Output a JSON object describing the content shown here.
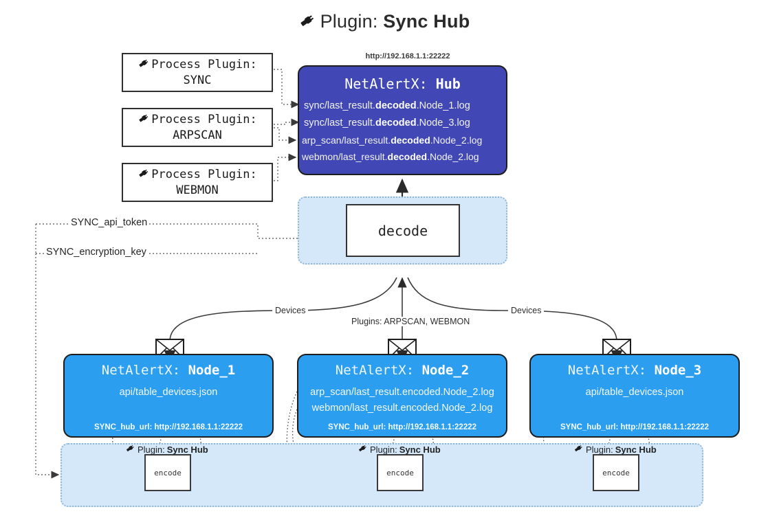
{
  "title": {
    "icon": "plug-icon",
    "prefix": "Plugin:",
    "name": "Sync Hub"
  },
  "process_plugins": [
    {
      "icon": "plug-icon",
      "line1": "Process Plugin:",
      "line2": "SYNC"
    },
    {
      "icon": "plug-icon",
      "line1": "Process Plugin:",
      "line2": "ARPSCAN"
    },
    {
      "icon": "plug-icon",
      "line1": "Process Plugin:",
      "line2": "WEBMON"
    }
  ],
  "hub": {
    "url": "http://192.168.1.1:22222",
    "title_prefix": "NetAlertX:",
    "title_name": "Hub",
    "logs": [
      {
        "pre": "sync/last_result.",
        "bold": "decoded",
        "post": ".Node_1.log"
      },
      {
        "pre": "sync/last_result.",
        "bold": "decoded",
        "post": ".Node_3.log"
      },
      {
        "pre": "arp_scan/last_result.",
        "bold": "decoded",
        "post": ".Node_2.log"
      },
      {
        "pre": "webmon/last_result.",
        "bold": "decoded",
        "post": ".Node_2.log"
      }
    ]
  },
  "decode": {
    "label": "decode"
  },
  "keys": [
    {
      "label": "SYNC_api_token"
    },
    {
      "label": "SYNC_encryption_key"
    }
  ],
  "edge_labels": {
    "left_devices": "Devices",
    "right_devices": "Devices",
    "center_plugins": "Plugins: ARPSCAN, WEBMON"
  },
  "nodes": [
    {
      "title_prefix": "NetAlertX:",
      "title_name": "Node_1",
      "lines": [
        "api/table_devices.json"
      ],
      "footer": "SYNC_hub_url: http://192.168.1.1:22222",
      "envelope": "envelope-icon"
    },
    {
      "title_prefix": "NetAlertX:",
      "title_name": "Node_2",
      "lines": [
        "arp_scan/last_result.encoded.Node_2.log",
        "webmon/last_result.encoded.Node_2.log"
      ],
      "footer": "SYNC_hub_url: http://192.168.1.1:22222",
      "envelope": "envelope-icon"
    },
    {
      "title_prefix": "NetAlertX:",
      "title_name": "Node_3",
      "lines": [
        "api/table_devices.json"
      ],
      "footer": "SYNC_hub_url: http://192.168.1.1:22222",
      "envelope": "envelope-icon"
    }
  ],
  "strip": {
    "plugins": [
      {
        "icon": "plug-icon",
        "prefix": "Plugin:",
        "name": "Sync Hub",
        "encode_label": "encode"
      },
      {
        "icon": "plug-icon",
        "prefix": "Plugin:",
        "name": "Sync Hub",
        "encode_label": "encode"
      },
      {
        "icon": "plug-icon",
        "prefix": "Plugin:",
        "name": "Sync Hub",
        "encode_label": "encode"
      }
    ]
  },
  "colors": {
    "hub_blue": "#4148b5",
    "node_blue": "#2b9ef0",
    "container_blue": "#d4e8fa",
    "outline": "#1d1d1d"
  }
}
